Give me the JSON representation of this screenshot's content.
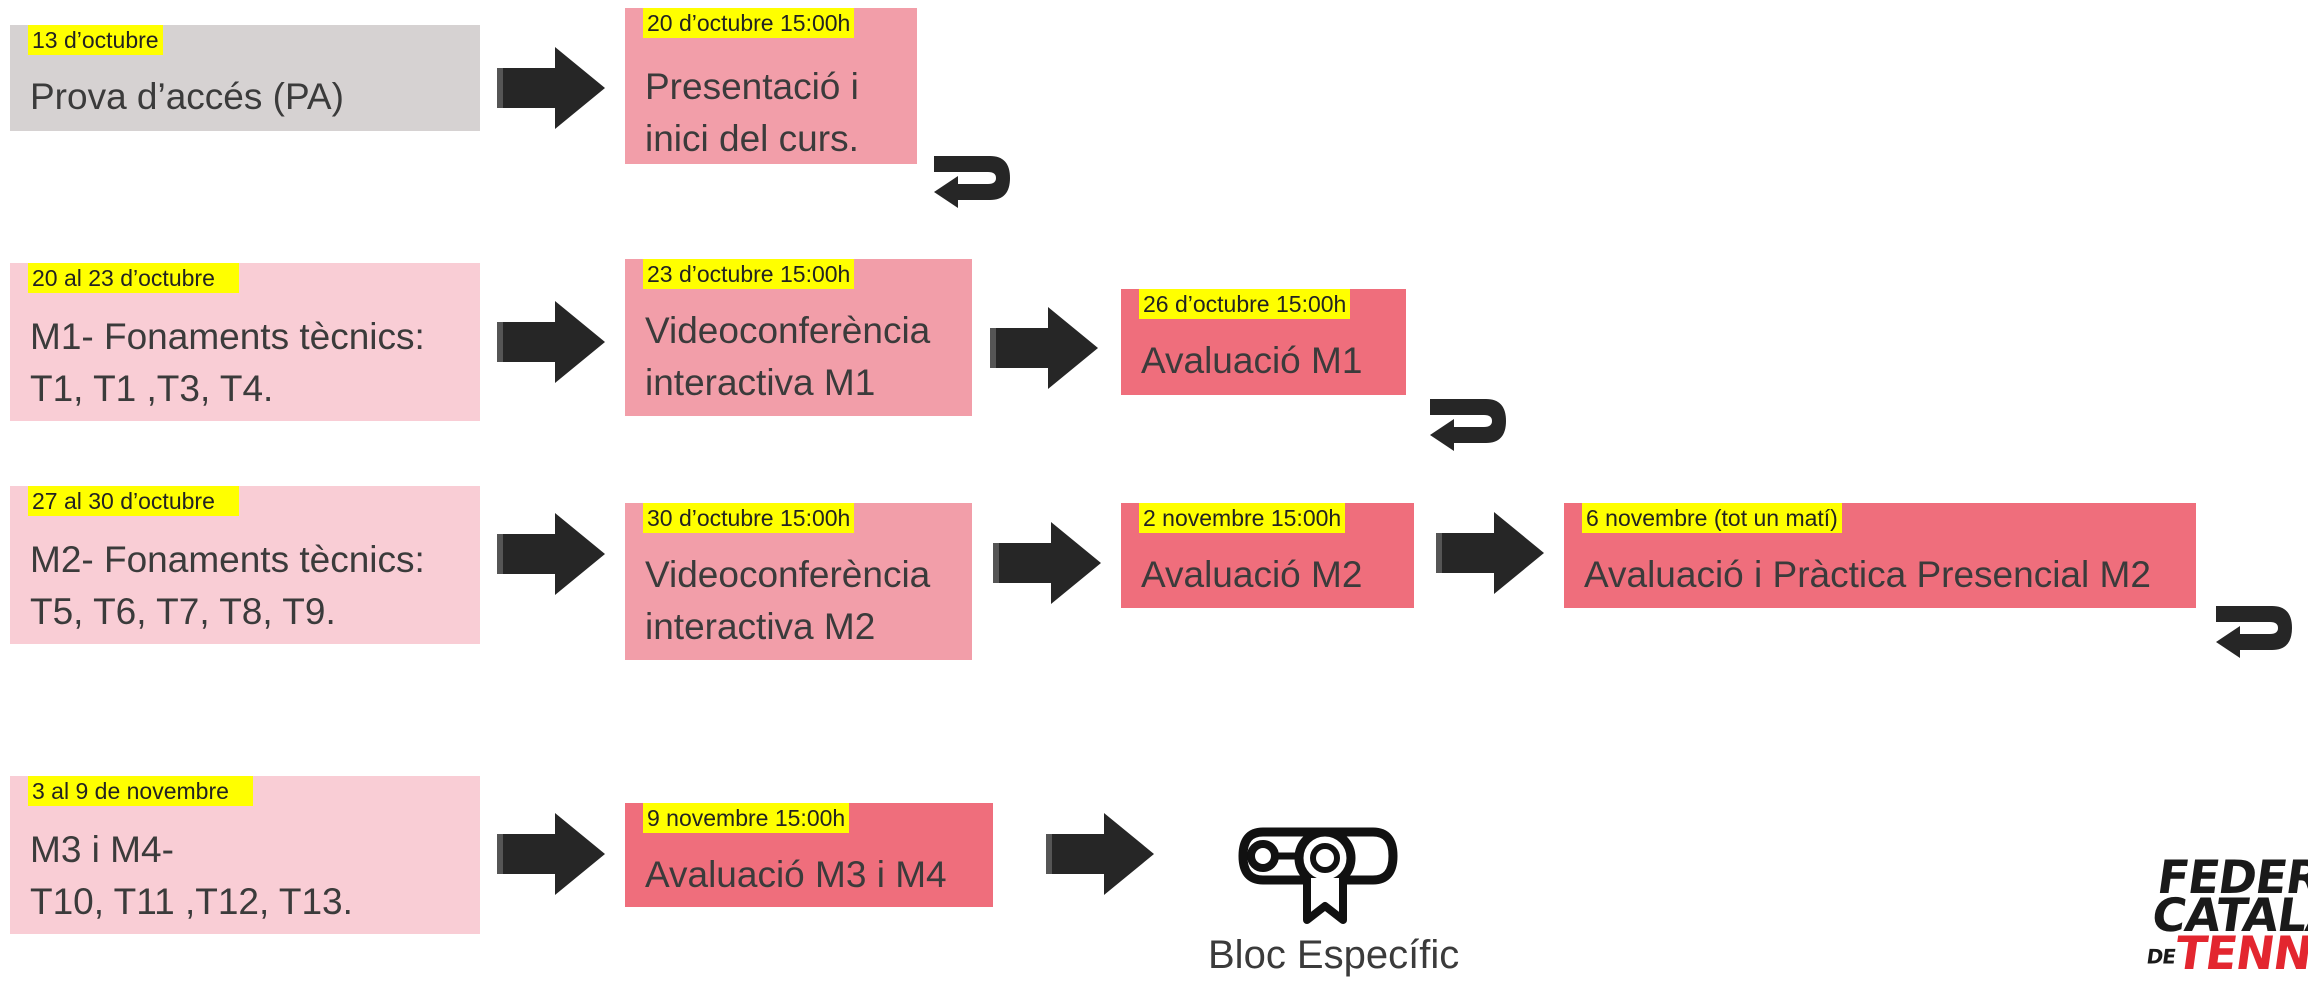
{
  "colors": {
    "grey": "#d6d2d2",
    "pale_pink": "#f9cdd5",
    "mid_pink": "#f29ea9",
    "strong_pink": "#ef6e7c",
    "date_highlight": "#ffff00",
    "arrow": "#262626"
  },
  "rows": [
    {
      "start": {
        "date": "13 d’octubre",
        "lines": [
          "Prova d’accés (PA)"
        ]
      },
      "steps": [
        {
          "date": "20 d’octubre  15:00h",
          "lines": [
            "Presentació i",
            "inici del curs."
          ]
        }
      ]
    },
    {
      "start": {
        "date": "20  al 23 d’octubre",
        "lines": [
          "M1- Fonaments tècnics:",
          "T1, T1 ,T3, T4."
        ]
      },
      "steps": [
        {
          "date": "23 d’octubre  15:00h",
          "lines": [
            "Videoconferència",
            "interactiva M1"
          ]
        },
        {
          "date": "26 d’octubre  15:00h",
          "lines": [
            "Avaluació M1"
          ]
        }
      ]
    },
    {
      "start": {
        "date": "27 al 30 d’octubre",
        "lines": [
          "M2- Fonaments tècnics:",
          "T5, T6, T7, T8, T9."
        ]
      },
      "steps": [
        {
          "date": "30 d’octubre  15:00h",
          "lines": [
            "Videoconferència",
            "interactiva M2"
          ]
        },
        {
          "date": "2  novembre  15:00h",
          "lines": [
            "Avaluació M2"
          ]
        },
        {
          "date": "6  novembre  (tot un matí)",
          "lines": [
            "Avaluació i Pràctica Presencial M2"
          ]
        }
      ]
    },
    {
      "start": {
        "date": "3 al 9 de novembre",
        "lines": [
          "M3 i M4-",
          "T10, T11 ,T12, T13."
        ]
      },
      "steps": [
        {
          "date": "9  novembre  15:00h",
          "lines": [
            "Avaluació M3 i M4"
          ]
        }
      ]
    }
  ],
  "final": {
    "label": "Bloc Específic",
    "icon": "diploma-icon"
  },
  "logo": {
    "line1": "FEDERAC",
    "line2": "CATALAI",
    "line3_prefix": "DE",
    "line3_main": "TENNIS"
  }
}
